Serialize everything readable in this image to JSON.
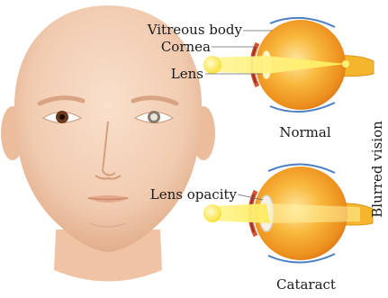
{
  "labels": {
    "vitreous_body": "Vitreous body",
    "cornea": "Cornea",
    "lens": "Lens",
    "normal": "Normal",
    "lens_opacity": "Lens opacity",
    "cataract": "Cataract",
    "blurred_vision": "Blurred vision"
  },
  "colors": {
    "skin": "#f4d3bb",
    "skin_shadow": "#e8b99a",
    "eyeball": "#f5a524",
    "eyeball_core": "#fbd15a",
    "light_beam": "#fff27a",
    "nerve": "#f3b62c",
    "leader_line": "#555555"
  },
  "icons": [
    "face-illustration",
    "normal-eye-cross-section",
    "cataract-eye-cross-section",
    "light-source-icon"
  ]
}
